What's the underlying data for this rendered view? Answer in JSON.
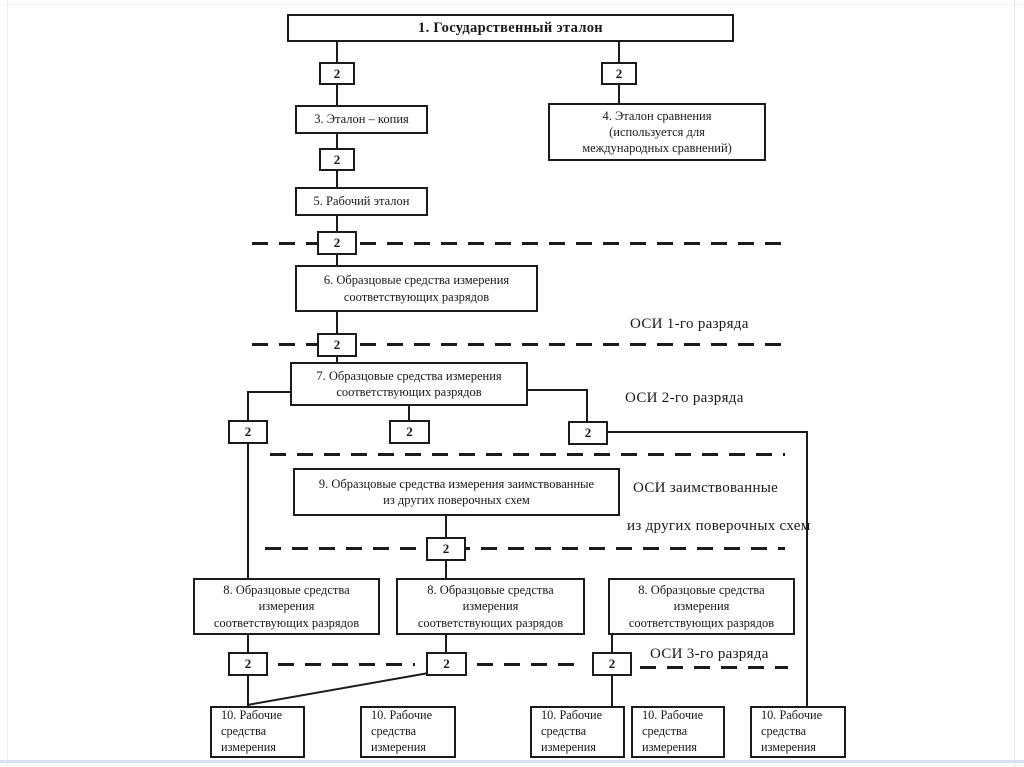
{
  "slide": {
    "background": "#ffffff",
    "line_color": "#1b1b1b",
    "bottom_edge_color": "#d9e3ee"
  },
  "step_label": "2",
  "nodes": {
    "n1": "1. Государственный эталон",
    "n3": "3. Эталон – копия",
    "n4": "4. Эталон сравнения\n(используется для\nмеждународных сравнений)",
    "n5": "5. Рабочий эталон",
    "n6": "6. Образцовые средства измерения\nсоответствующих разрядов",
    "n7": "7. Образцовые средства измерения\nсоответствующих разрядов",
    "n9": "9. Образцовые средства измерения заимствованные\nиз других поверочных схем",
    "n8": "8. Образцовые средства\nизмерения\nсоответствующих разрядов",
    "n10": "10. Рабочие\nсредства\nизмерения"
  },
  "side_labels": {
    "osi_rank1": "ОСИ 1-го разряда",
    "osi_rank2": "ОСИ 2-го разряда",
    "osi_borrowed_line1": "ОСИ заимствованные",
    "osi_borrowed_line2": "из других поверочных схем",
    "osi_rank3": "ОСИ 3-го разряда"
  }
}
